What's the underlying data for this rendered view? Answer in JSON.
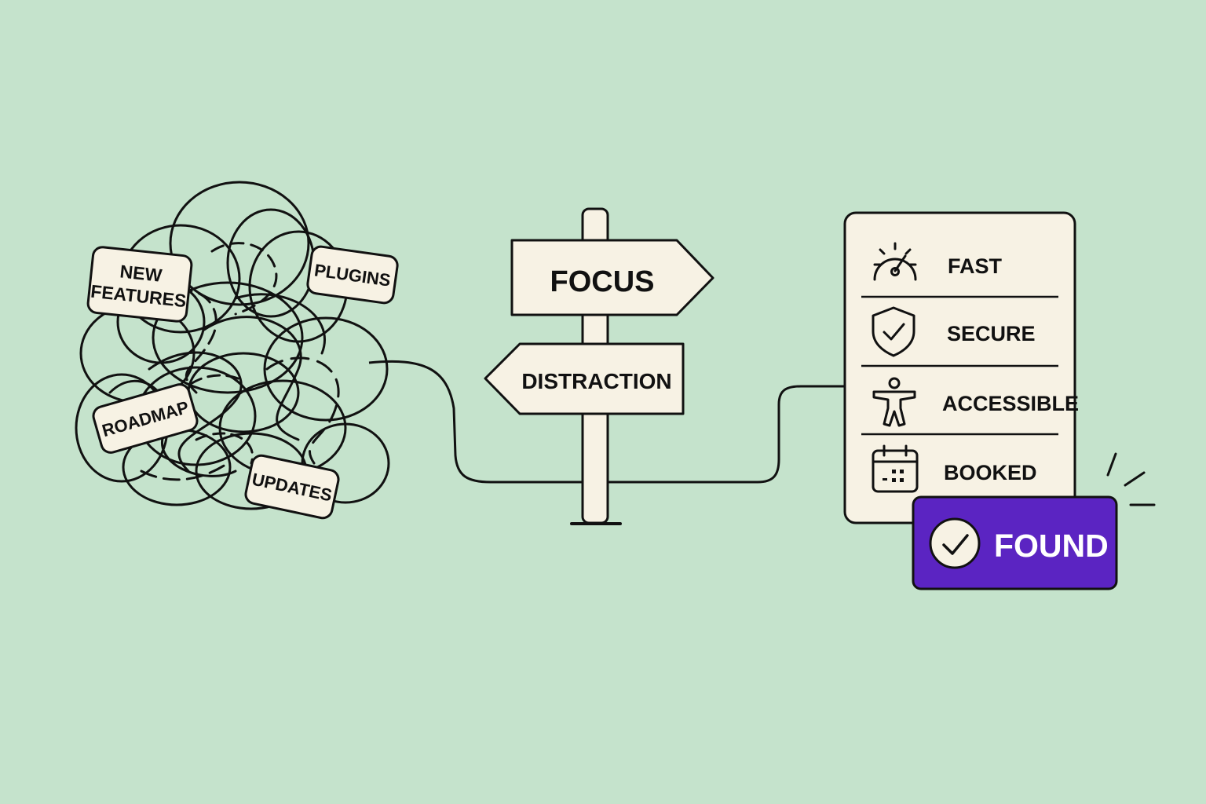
{
  "colors": {
    "background": "#c5e3cc",
    "ink": "#111111",
    "paper": "#f7f2e4",
    "accent": "#5b24c2",
    "accent_text": "#ffffff"
  },
  "tangle": {
    "tags": {
      "new_features": {
        "line1": "NEW",
        "line2": "FEATURES"
      },
      "plugins": "PLUGINS",
      "roadmap": "ROADMAP",
      "updates": "UPDATES"
    }
  },
  "signpost": {
    "focus": "FOCUS",
    "distraction": "DISTRACTION"
  },
  "card": {
    "rows": [
      {
        "icon": "speedometer-icon",
        "label": "FAST"
      },
      {
        "icon": "shield-check-icon",
        "label": "SECURE"
      },
      {
        "icon": "accessibility-person-icon",
        "label": "ACCESSIBLE"
      },
      {
        "icon": "calendar-icon",
        "label": "BOOKED"
      }
    ]
  },
  "badge": {
    "icon": "check-circle-icon",
    "label": "FOUND"
  }
}
